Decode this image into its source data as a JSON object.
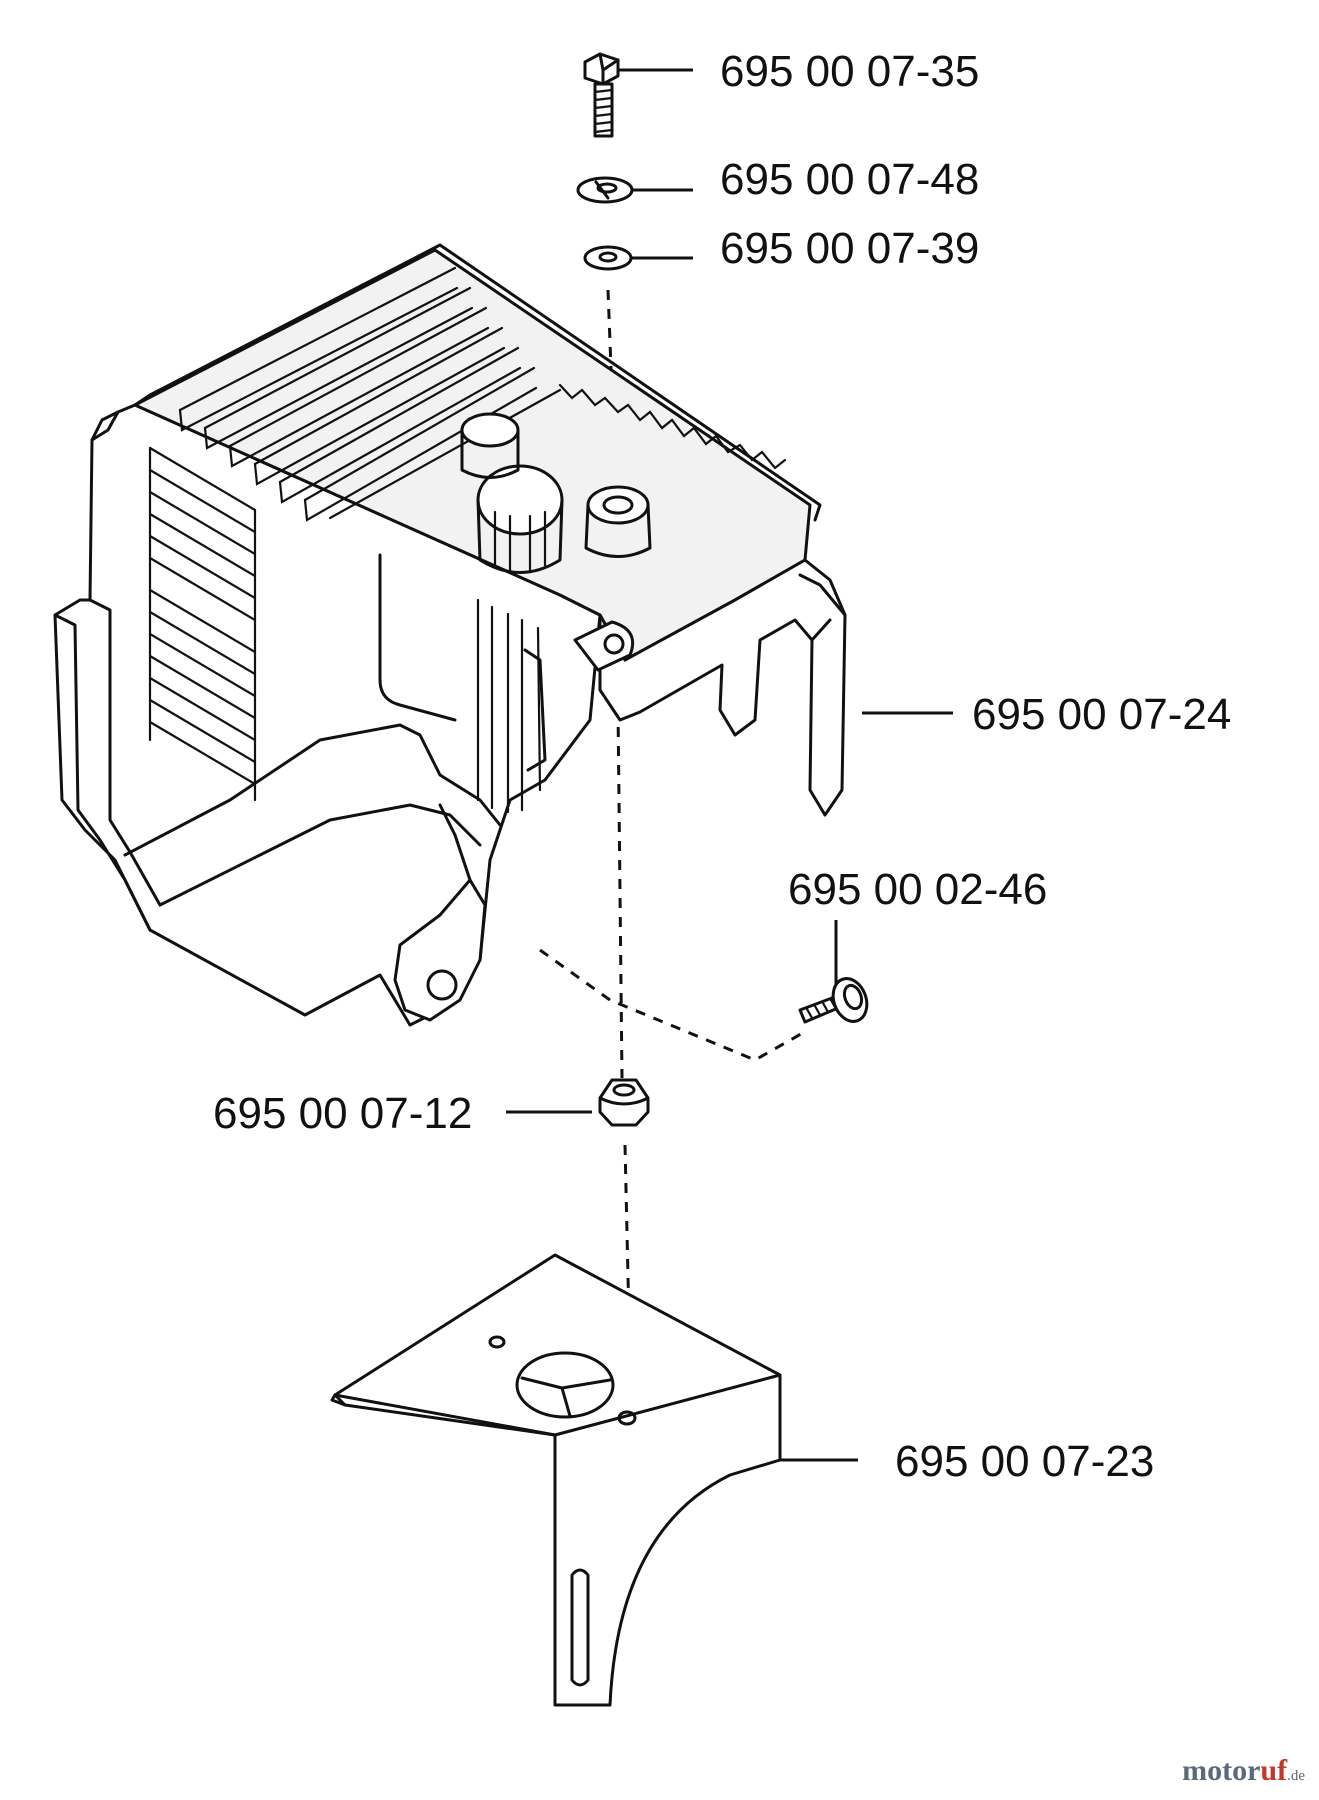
{
  "parts": [
    {
      "id": "bolt",
      "number": "695 00 07-35"
    },
    {
      "id": "lock-washer",
      "number": "695 00 07-48"
    },
    {
      "id": "flat-washer",
      "number": "695 00 07-39"
    },
    {
      "id": "cylinder-cover",
      "number": "695 00 07-24"
    },
    {
      "id": "screw",
      "number": "695 00 02-46"
    },
    {
      "id": "nut",
      "number": "695 00 07-12"
    },
    {
      "id": "heat-shield",
      "number": "695 00 07-23"
    }
  ],
  "watermark": {
    "main": "motor",
    "accent": "uf",
    "tld": ".de"
  }
}
